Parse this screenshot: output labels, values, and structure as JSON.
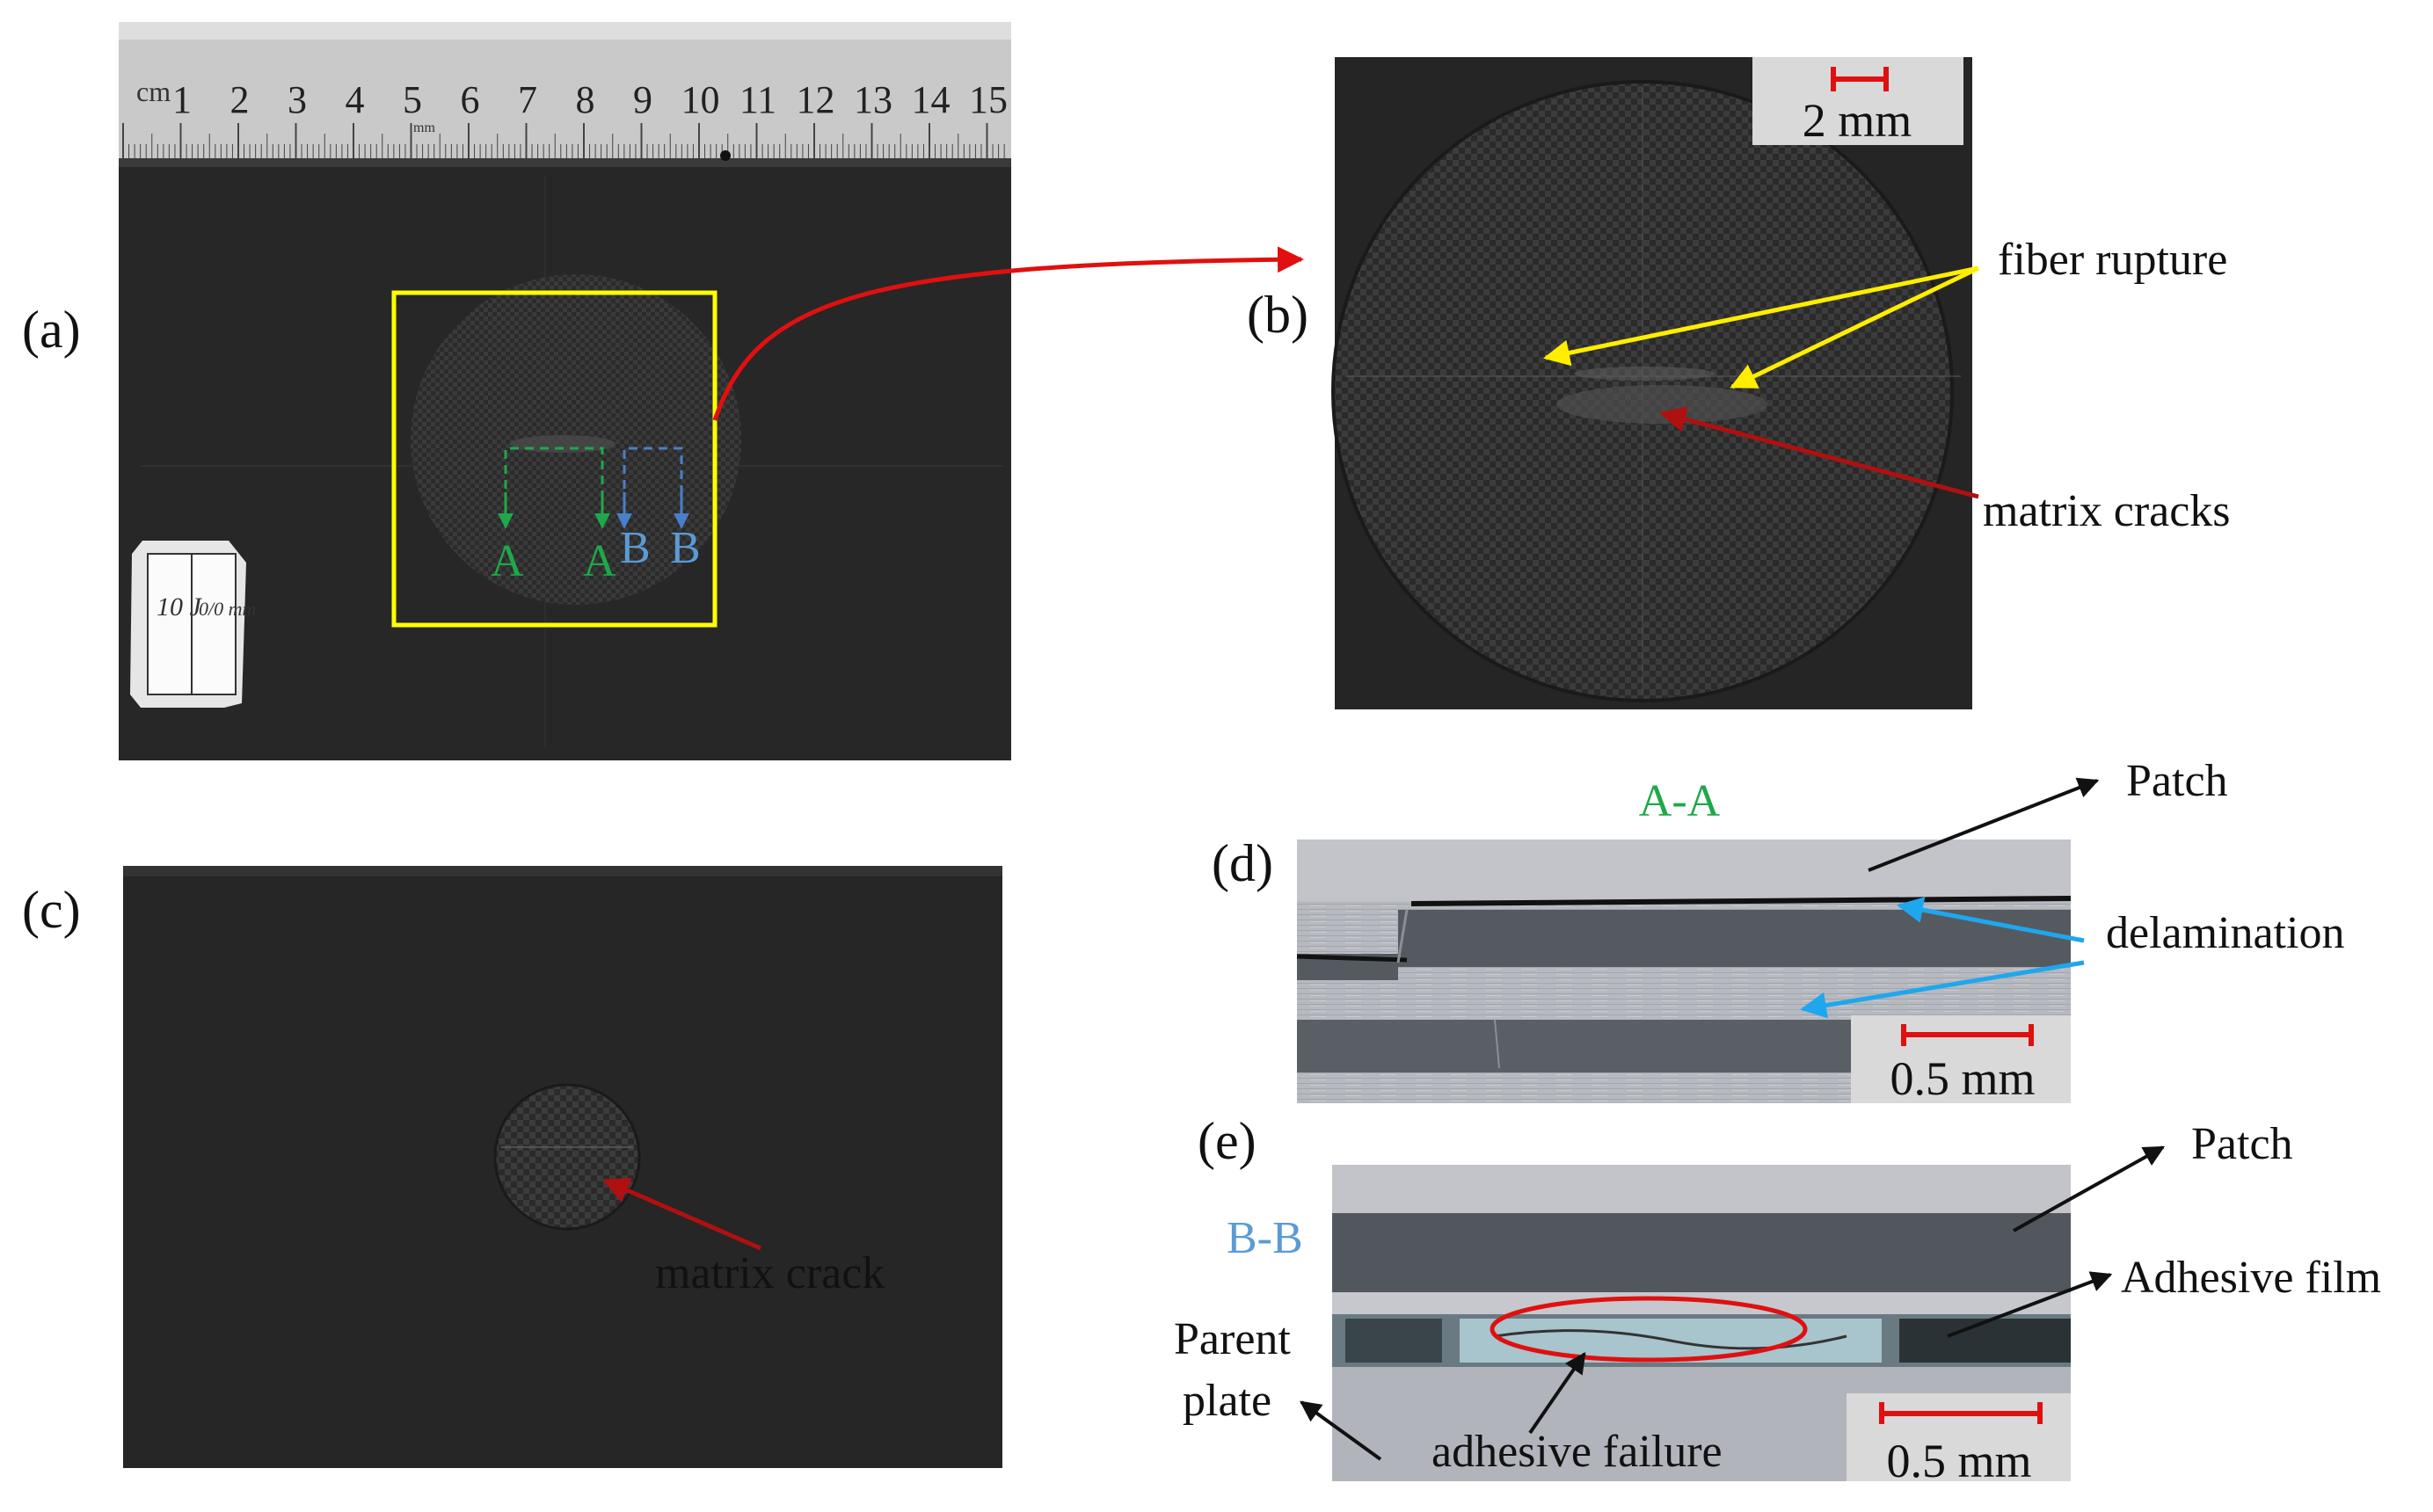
{
  "panels": {
    "a": {
      "label": "(a)",
      "ruler_numbers": [
        "1",
        "2",
        "3",
        "4",
        "5",
        "6",
        "7",
        "8",
        "9",
        "10",
        "11",
        "12",
        "13",
        "14",
        "15"
      ],
      "ruler_unit_cm": "cm",
      "ruler_unit_mm": "mm",
      "specimen_tag": {
        "left_text": "10 J",
        "right_text": "0/0 mm"
      },
      "section_markers": {
        "A1": "A",
        "A2": "A",
        "B1": "B",
        "B2": "B"
      }
    },
    "b": {
      "label": "(b)",
      "scale_text": "2 mm",
      "annotations": {
        "fiber": "fiber rupture",
        "matrix": "matrix cracks"
      }
    },
    "c": {
      "label": "(c)",
      "annotation": "matrix crack"
    },
    "d": {
      "label": "(d)",
      "section_title": "A-A",
      "annotations": {
        "patch": "Patch",
        "delamination": "delamination"
      },
      "scale_text": "0.5 mm"
    },
    "e": {
      "label": "(e)",
      "section_title": "B-B",
      "annotations": {
        "patch": "Patch",
        "adhesive_film": "Adhesive film",
        "parent_line1": "Parent",
        "parent_line2": "plate",
        "failure": "adhesive failure"
      },
      "scale_text": "0.5 mm"
    }
  },
  "colors": {
    "highlight_box": "#ffff00",
    "red_arrow": "#e01010",
    "dark_red_arrow": "#b01010",
    "yellow_arrow": "#ffee00",
    "cyan_arrow": "#1ea7ee",
    "green_marker": "#1fa84a",
    "blue_marker": "#5b9bd5"
  }
}
